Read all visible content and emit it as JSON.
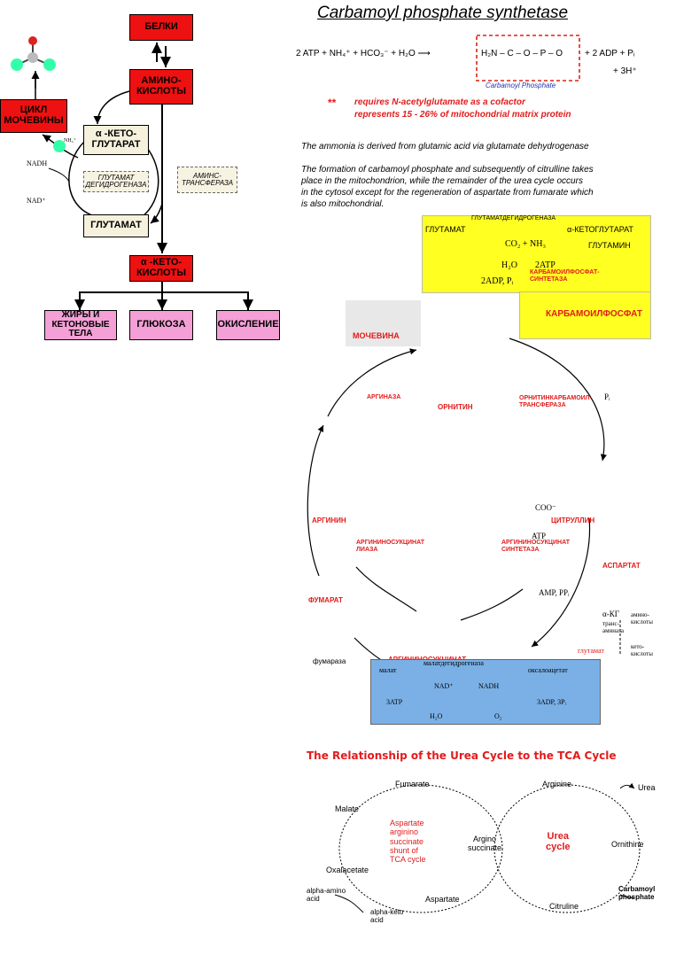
{
  "left_diagram": {
    "belki": "БЕЛКИ",
    "amino_acids": "АМИНО-\nКИСЛОТЫ",
    "urea_cycle": "ЦИКЛ\nМОЧЕВИНЫ",
    "ketoglutarate": "α -КЕТО-\nГЛУТАРАТ",
    "glutamate_dh": "ГЛУТАМАТ\nДЕГИДРОГЕНАЗА",
    "aminotransferase": "АМИНС-\nТРАНСФЕРАЗА",
    "glutamate": "ГЛУТАМАТ",
    "keto_acids": "α -КЕТО-\nКИСЛОТЫ",
    "fats": "ЖИРЫ И\nКЕТОНОВЫЕ\nТЕЛА",
    "glucose": "ГЛЮКОЗА",
    "oxidation": "ОКИСЛЕНИЕ",
    "nadh": "NADH",
    "nad": "NAD⁺",
    "nh4": "NH₄⁺"
  },
  "cps": {
    "title": "Carbamoyl phosphate synthetase",
    "equation_left": "2 ATP  +  NH₄⁺  +  HCO₃⁻  +  H₂O ⟶",
    "product_formula": "H₂N – C – O – P – O",
    "equation_right": "+  2 ADP  +  Pᵢ",
    "plus_h": "+ 3H⁺",
    "product_name": "Carbamoyl Phosphate",
    "note_stars": "**",
    "note_line1": "requires N-acetylglutamate as a cofactor",
    "note_line2": "represents 15 - 26% of mitochondrial matrix protein",
    "para1": "The ammonia is derived from glutamic acid via glutamate dehydrogenase",
    "para2_l1": "The formation of carbamoyl phosphate and subsequently of citrulline takes",
    "para2_l2": "place in the mitochondrion, while the remainder of the urea cycle occurs",
    "para2_l3": "in the cytosol except for the regeneration of aspartate from fumarate which",
    "para2_l4": "is also mitochondrial."
  },
  "urea_cycle": {
    "yellow_header": "ГЛУТАМАТДЕГИДРОГЕНАЗА",
    "glutamate": "ГЛУТАМАТ",
    "alpha_kg": "α-КЕТОГЛУТАРАТ",
    "glutamine": "ГЛУТАМИН",
    "co2_nh3": "CO₂ + NH₃",
    "atp2": "2ATP",
    "h2o": "H₂O",
    "adp_pi": "2ADP, Pᵢ",
    "cps_enzyme": "КАРБАМОИЛФОСФАТ-\nСИНТЕТАЗА",
    "carbamoyl_p": "КАРБАМОИЛФОСФАТ",
    "urea": "МОЧЕВИНА",
    "arginase": "АРГИНАЗА",
    "ornithine": "ОРНИТИН",
    "otc": "ОРНИТИНКАРБАМОИЛ-\nТРАНСФЕРАЗА",
    "arginine": "АРГИНИН",
    "citrulline": "ЦИТРУЛЛИН",
    "asl": "АРГИНИНОСУКЦИНАТ\nЛИАЗА",
    "ass": "АРГИНИНОСУКЦИНАТ\nСИНТЕТАЗА",
    "aspartate": "АСПАРТАТ",
    "fumarate": "ФУМАРАТ",
    "argininosuccinate": "АРГИНИНОСУКЦИНАТ",
    "glutamate_red": "глутамат",
    "fumarase": "фумараза",
    "malate": "малат",
    "mdh": "малатдегидрогеназа",
    "oxaloacetate": "оксалоацетат",
    "transaminase": "транс-\nаминаза",
    "amino_acids": "амино-\nкислоты",
    "keto_acids": "кето-\nкислоты",
    "akg": "α-КГ",
    "atp": "ATP",
    "amp": "AMP, PPᵢ",
    "pi": "Pᵢ",
    "nad": "NAD⁺",
    "nadh": "NADH",
    "atp3": "3ATP",
    "adp3": "3ADP, 3Pᵢ",
    "o2": "O₂",
    "h2o_b": "H₂O",
    "coo": "COO⁻"
  },
  "tca": {
    "title": "The Relationship of the Urea Cycle to the TCA Cycle",
    "fumarate": "Fumarate",
    "arginine": "Arginine",
    "urea": "Urea",
    "malate": "Malate",
    "shunt": "Aspartate\narginino\nsuccinate\nshunt of\nTCA cycle",
    "argsucc": "Argino\nsuccinate",
    "urea_cycle": "Urea\ncycle",
    "ornithine": "Ornithine",
    "oxalacetate": "Oxalacetate",
    "carbamoyl": "Carbamoyl\nphosphate",
    "alpha_amino": "alpha-amino\nacid",
    "aspartate": "Aspartate",
    "citruline": "Citruline",
    "alpha_keto": "alpha-keto\nacid"
  }
}
